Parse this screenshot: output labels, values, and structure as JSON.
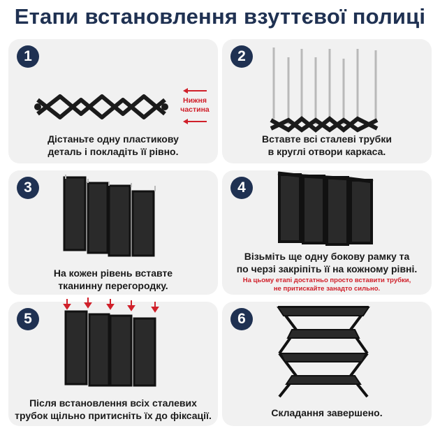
{
  "title": "Етапи встановлення взуттєвої полиці",
  "steps": [
    {
      "number": "1",
      "caption_lines": [
        "Дістаньте одну пластикову",
        "деталь і покладіть її рівно."
      ],
      "side_label": [
        "Нижня",
        "частина"
      ]
    },
    {
      "number": "2",
      "caption_lines": [
        "Вставте всі сталеві трубки",
        "в круглі отвори каркаса."
      ]
    },
    {
      "number": "3",
      "caption_lines": [
        "На кожен рівень вставте",
        "тканинну перегородку."
      ]
    },
    {
      "number": "4",
      "caption_lines": [
        "Візьміть ще одну бокову рамку та",
        "по черзі закріпіть її на кожному рівні."
      ],
      "note_lines": [
        "На цьому етапі достатньо просто вставити трубки,",
        "не притискайте занадто сильно."
      ]
    },
    {
      "number": "5",
      "caption_lines": [
        "Після встановлення всіх сталевих",
        "трубок щільно притисніть їх до фіксації."
      ]
    },
    {
      "number": "6",
      "caption_lines": [
        "Складання завершено."
      ]
    }
  ],
  "colors": {
    "navy": "#1f3152",
    "card": "#f1f1f1",
    "red": "#d0202a",
    "frame": "#1b1b1b",
    "fabric": "#2a2a2a",
    "steel": "#b9b9b9"
  }
}
